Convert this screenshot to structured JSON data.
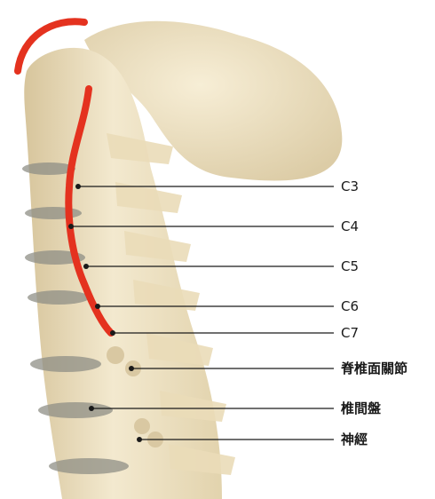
{
  "labels": [
    {
      "text": "C3",
      "lang": "latin"
    },
    {
      "text": "C4",
      "lang": "latin"
    },
    {
      "text": "C5",
      "lang": "latin"
    },
    {
      "text": "C6",
      "lang": "latin"
    },
    {
      "text": "C7",
      "lang": "latin"
    },
    {
      "text": "脊椎面關節",
      "lang": "zh"
    },
    {
      "text": "椎間盤",
      "lang": "zh"
    },
    {
      "text": "神經",
      "lang": "zh"
    }
  ],
  "colors": {
    "bone": "#efe3c6",
    "bone_shadow": "#d9c8a2",
    "disc": "#8f8f86",
    "nerve": "#e4321f",
    "leader_line": "#1a1a1a",
    "background": "#ffffff"
  }
}
